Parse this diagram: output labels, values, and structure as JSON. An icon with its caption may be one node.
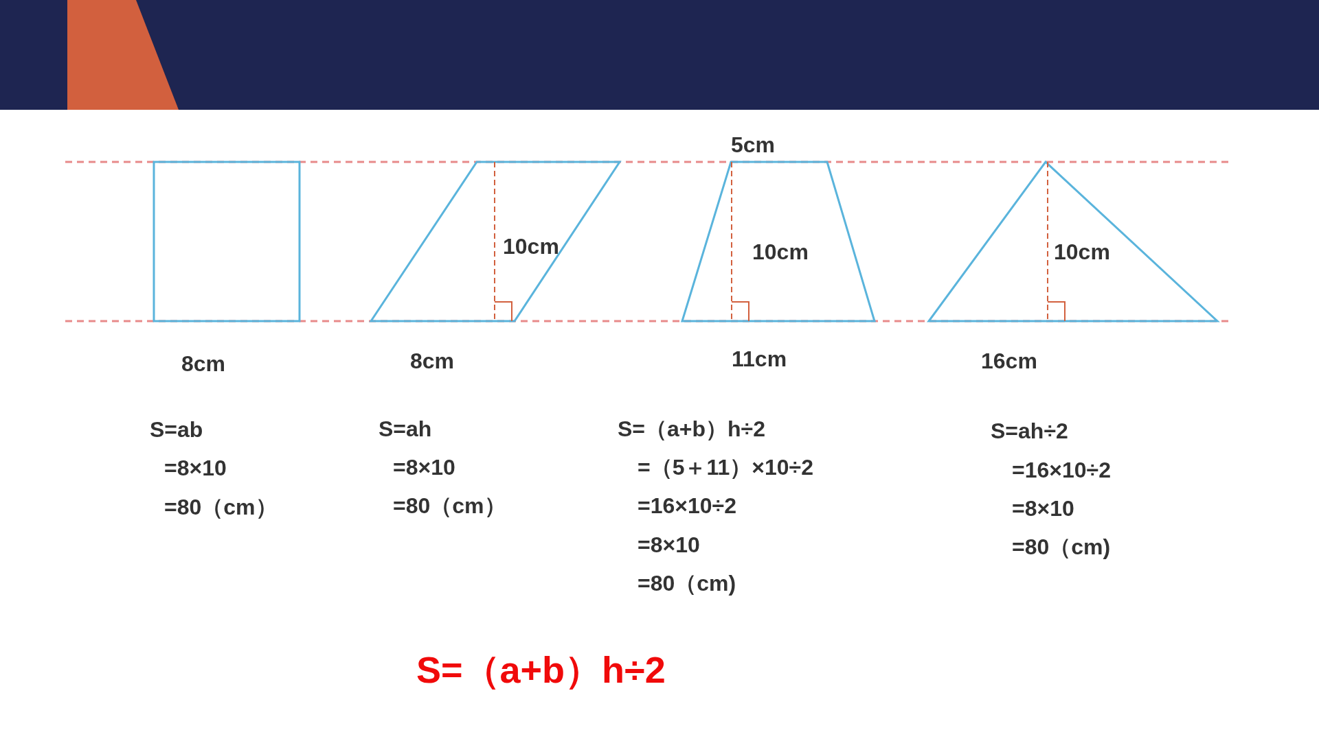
{
  "diagram": {
    "nodes": [
      {
        "text": [],
        "shape": "box"
      },
      {
        "text": [],
        "shape": "parallelogram"
      },
      {
        "text": [],
        "shape": "trapezoid"
      },
      {
        "text": [],
        "shape": "triangle"
      }
    ],
    "labels": [
      "5cm",
      "10cm",
      "10cm",
      "10cm",
      "8cm",
      "8cm",
      "11cm",
      "16cm",
      "S=ab",
      "=8×10",
      "=80（cm）",
      "S=ah",
      "=8×10",
      "=80（cm）",
      "S=（a+b）h÷2",
      "=（5＋11）×10÷2",
      "=16×10÷2",
      "=8×10",
      "=80（cm)",
      "S=ah÷2",
      "=16×10÷2",
      "=8×10",
      "=80（cm)",
      "S=（a+b）h÷2"
    ]
  }
}
